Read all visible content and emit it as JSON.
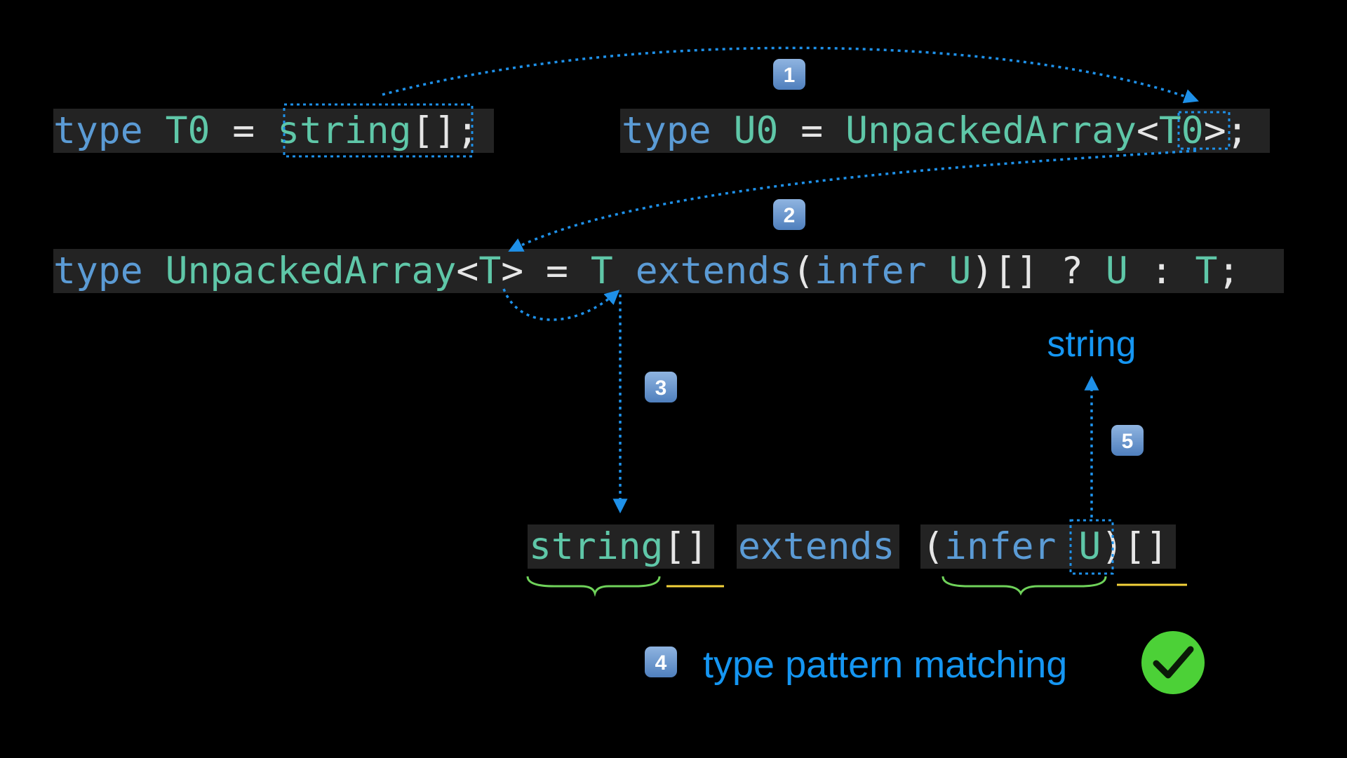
{
  "colors": {
    "background": "#000000",
    "code_bg": "#232323",
    "keyword": "#5b9bd5",
    "type_name": "#5fc7a8",
    "punct": "#e6e6e6",
    "annotation": "#1596f2",
    "arrow": "#1e90e8",
    "underline_green": "#6fd25a",
    "underline_yellow": "#f3d23a",
    "badge": "#6f9ad0",
    "check": "#4cd137"
  },
  "code": {
    "t0": [
      {
        "text": "type",
        "role": "keyword"
      },
      {
        "text": " ",
        "role": "punct"
      },
      {
        "text": "T0",
        "role": "type_name"
      },
      {
        "text": " = ",
        "role": "punct"
      },
      {
        "text": "string",
        "role": "type_name"
      },
      {
        "text": "[];",
        "role": "punct"
      }
    ],
    "u0": [
      {
        "text": "type",
        "role": "keyword"
      },
      {
        "text": " ",
        "role": "punct"
      },
      {
        "text": "U0",
        "role": "type_name"
      },
      {
        "text": " = ",
        "role": "punct"
      },
      {
        "text": "UnpackedArray",
        "role": "type_name"
      },
      {
        "text": "<",
        "role": "punct"
      },
      {
        "text": "T0",
        "role": "type_name"
      },
      {
        "text": ">;",
        "role": "punct"
      }
    ],
    "definition": [
      {
        "text": "type",
        "role": "keyword"
      },
      {
        "text": " ",
        "role": "punct"
      },
      {
        "text": "UnpackedArray",
        "role": "type_name"
      },
      {
        "text": "<",
        "role": "punct"
      },
      {
        "text": "T",
        "role": "type_name"
      },
      {
        "text": "> = ",
        "role": "punct"
      },
      {
        "text": "T",
        "role": "type_name"
      },
      {
        "text": " ",
        "role": "punct"
      },
      {
        "text": "extends",
        "role": "keyword"
      },
      {
        "text": "(",
        "role": "punct"
      },
      {
        "text": "infer",
        "role": "keyword"
      },
      {
        "text": " ",
        "role": "punct"
      },
      {
        "text": "U",
        "role": "type_name"
      },
      {
        "text": ")[] ? ",
        "role": "punct"
      },
      {
        "text": "U",
        "role": "type_name"
      },
      {
        "text": " : ",
        "role": "punct"
      },
      {
        "text": "T",
        "role": "type_name"
      },
      {
        "text": ";",
        "role": "punct"
      }
    ],
    "match_left": [
      {
        "text": "string",
        "role": "type_name"
      },
      {
        "text": "[]",
        "role": "punct"
      }
    ],
    "match_extends": [
      {
        "text": "extends",
        "role": "keyword"
      }
    ],
    "match_right": [
      {
        "text": "(",
        "role": "punct"
      },
      {
        "text": "infer",
        "role": "keyword"
      },
      {
        "text": " ",
        "role": "punct"
      },
      {
        "text": "U",
        "role": "type_name"
      },
      {
        "text": ")[]",
        "role": "punct"
      }
    ]
  },
  "badges": [
    "1",
    "2",
    "3",
    "4",
    "5"
  ],
  "result_label": "string",
  "pattern_label": "type pattern matching",
  "check_icon": "check-circle-icon"
}
